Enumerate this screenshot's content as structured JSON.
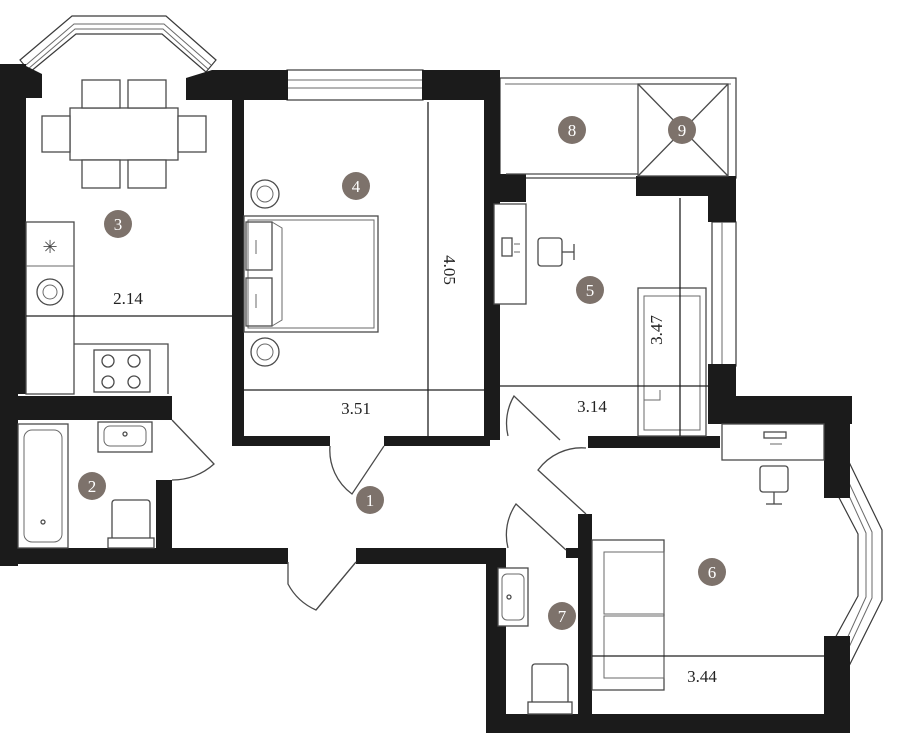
{
  "rooms": [
    {
      "id": "1",
      "label": "1"
    },
    {
      "id": "2",
      "label": "2"
    },
    {
      "id": "3",
      "label": "3"
    },
    {
      "id": "4",
      "label": "4"
    },
    {
      "id": "5",
      "label": "5"
    },
    {
      "id": "6",
      "label": "6"
    },
    {
      "id": "7",
      "label": "7"
    },
    {
      "id": "8",
      "label": "8"
    },
    {
      "id": "9",
      "label": "9"
    }
  ],
  "dimensions": {
    "kitchen_width": "2.14",
    "bedroom_width": "3.51",
    "bedroom_length": "4.05",
    "room5_width": "3.14",
    "room5_length": "3.47",
    "living_width": "3.44"
  },
  "colors": {
    "wall": "#1b1b1b",
    "badge": "#7d726b",
    "line": "#4a4a4a"
  }
}
